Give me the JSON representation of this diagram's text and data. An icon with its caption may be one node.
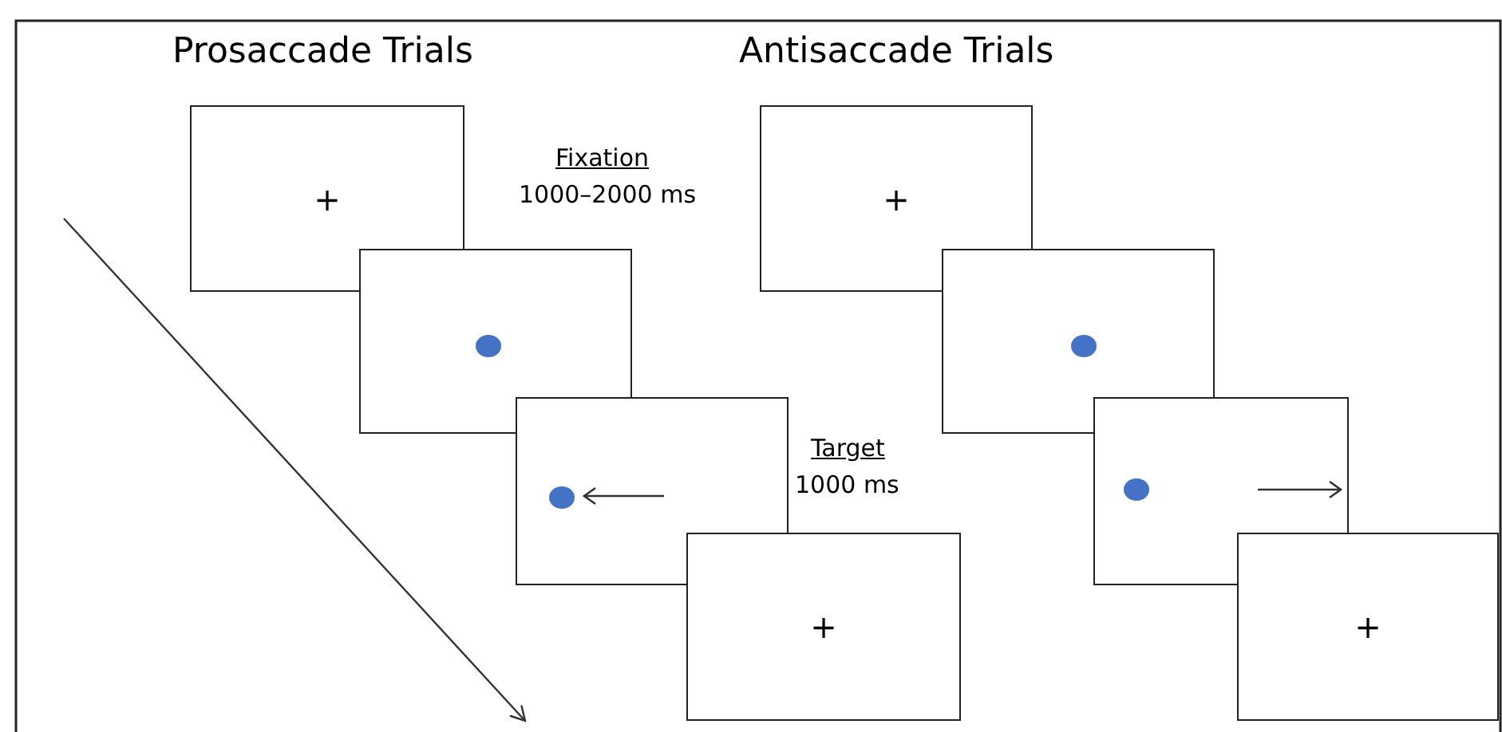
{
  "diagram": {
    "nodes": [
      {
        "text": [
          "+"
        ]
      },
      {
        "text": [],
        "shape": "box"
      },
      {
        "text": [],
        "shape": "box"
      },
      {
        "text": [
          "+"
        ]
      },
      {
        "text": [
          "+"
        ]
      },
      {
        "text": [],
        "shape": "box"
      },
      {
        "text": [],
        "shape": "box"
      },
      {
        "text": [
          "+"
        ]
      }
    ],
    "edges": [],
    "labels": [
      "Prosaccade Trials",
      "Antisaccade Trials",
      "Fixation",
      "1000–2000 ms",
      "Target",
      "1000 ms"
    ]
  }
}
